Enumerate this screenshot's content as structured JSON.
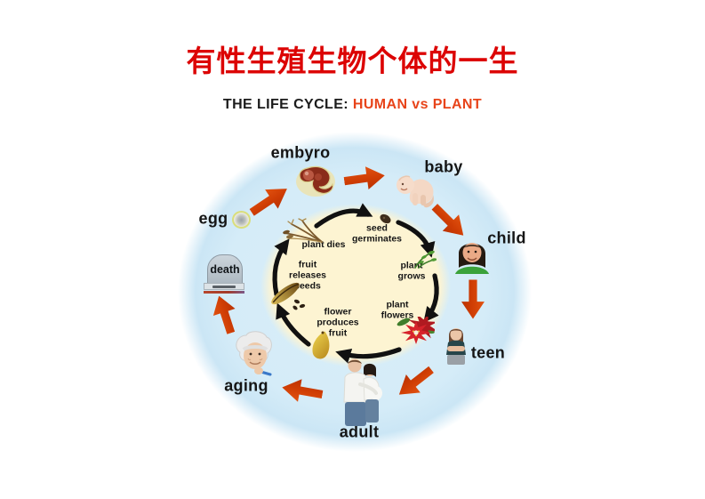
{
  "slide": {
    "title": "有性生殖生物个体的一生",
    "subtitle_prefix": "THE LIFE CYCLE:",
    "subtitle_accent": "HUMAN vs PLANT"
  },
  "human_cycle": {
    "egg": "egg",
    "embryo": "embyro",
    "baby": "baby",
    "child": "child",
    "teen": "teen",
    "adult": "adult",
    "aging": "aging",
    "death": "death"
  },
  "plant_cycle": {
    "seed_germinates": "seed\ngerminates",
    "plant_grows": "plant\ngrows",
    "plant_flowers": "plant\nflowers",
    "flower_produces_fruit": "flower\nproduces\nfruit",
    "fruit_releases_seeds": "fruit\nreleases\nseeds",
    "plant_dies": "plant dies"
  },
  "colors": {
    "title_red": "#dc0404",
    "subtitle_accent": "#e8441a",
    "outer_circle_blue": "#d5ecf8",
    "inner_circle_cream": "#fdf4d2",
    "red_arrow": "#cf3d04",
    "black_arrow": "#111111"
  }
}
